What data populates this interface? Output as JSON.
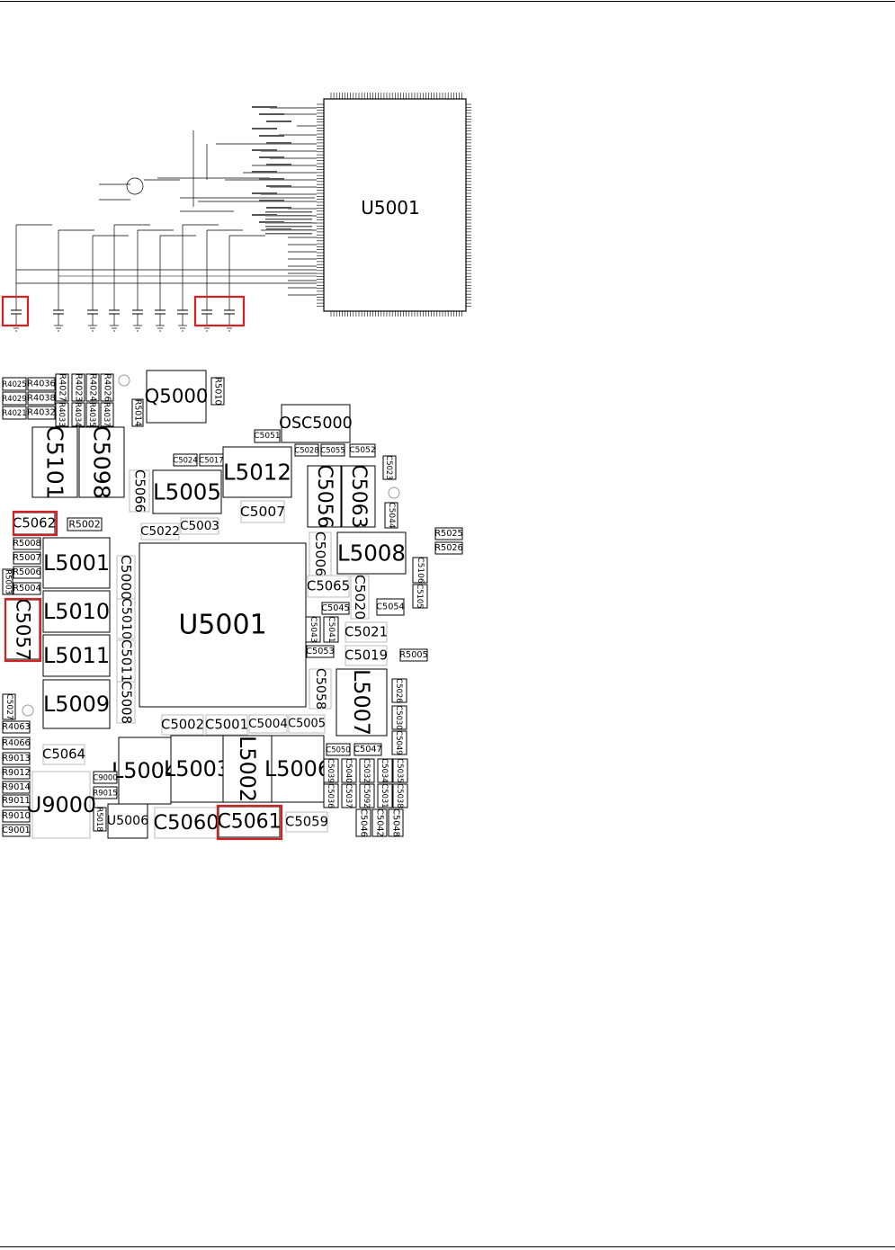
{
  "schematic": {
    "chip_label": "U5001",
    "highlighted_caps": [
      "C5057",
      "C5062",
      "C5061"
    ]
  },
  "layout": {
    "components": [
      {
        "id": "R4025",
        "t": "R"
      },
      {
        "id": "R4036",
        "t": "R"
      },
      {
        "id": "R4029",
        "t": "R"
      },
      {
        "id": "R4038",
        "t": "R"
      },
      {
        "id": "R4021",
        "t": "R"
      },
      {
        "id": "R4032",
        "t": "R"
      },
      {
        "id": "R4027",
        "t": "R"
      },
      {
        "id": "R4033",
        "t": "R"
      },
      {
        "id": "R4023",
        "t": "R"
      },
      {
        "id": "R4034",
        "t": "R"
      },
      {
        "id": "R4024",
        "t": "R"
      },
      {
        "id": "R4035",
        "t": "R"
      },
      {
        "id": "R4026",
        "t": "R"
      },
      {
        "id": "R4037",
        "t": "R"
      },
      {
        "id": "R5014",
        "t": "R"
      },
      {
        "id": "Q5000",
        "t": "Q"
      },
      {
        "id": "R5010",
        "t": "R"
      },
      {
        "id": "C5101",
        "t": "C"
      },
      {
        "id": "C5098",
        "t": "C"
      },
      {
        "id": "C5066",
        "t": "C"
      },
      {
        "id": "C5024",
        "t": "C"
      },
      {
        "id": "C5017",
        "t": "C"
      },
      {
        "id": "L5005",
        "t": "L"
      },
      {
        "id": "L5012",
        "t": "L"
      },
      {
        "id": "C5051",
        "t": "C"
      },
      {
        "id": "OSC5000",
        "t": "OSC"
      },
      {
        "id": "C5028",
        "t": "C"
      },
      {
        "id": "C5055",
        "t": "C"
      },
      {
        "id": "C5052",
        "t": "C"
      },
      {
        "id": "C5023",
        "t": "C"
      },
      {
        "id": "C5056",
        "t": "C"
      },
      {
        "id": "C5063",
        "t": "C"
      },
      {
        "id": "C5007",
        "t": "C"
      },
      {
        "id": "C5044",
        "t": "C"
      },
      {
        "id": "C5062",
        "t": "C"
      },
      {
        "id": "R5002",
        "t": "R"
      },
      {
        "id": "C5022",
        "t": "C"
      },
      {
        "id": "C5003",
        "t": "C"
      },
      {
        "id": "R5025",
        "t": "R"
      },
      {
        "id": "R5026",
        "t": "R"
      },
      {
        "id": "R5008",
        "t": "R"
      },
      {
        "id": "R5007",
        "t": "R"
      },
      {
        "id": "R5006",
        "t": "R"
      },
      {
        "id": "R5003",
        "t": "R"
      },
      {
        "id": "R5004",
        "t": "R"
      },
      {
        "id": "L5001",
        "t": "L"
      },
      {
        "id": "C5000",
        "t": "C"
      },
      {
        "id": "C5006",
        "t": "C"
      },
      {
        "id": "L5008",
        "t": "L"
      },
      {
        "id": "C5106",
        "t": "C"
      },
      {
        "id": "C5105",
        "t": "C"
      },
      {
        "id": "C5065",
        "t": "C"
      },
      {
        "id": "C5020",
        "t": "C"
      },
      {
        "id": "C5057",
        "t": "C"
      },
      {
        "id": "L5010",
        "t": "L"
      },
      {
        "id": "C5010",
        "t": "C"
      },
      {
        "id": "U5001",
        "t": "U"
      },
      {
        "id": "C5045",
        "t": "C"
      },
      {
        "id": "C5054",
        "t": "C"
      },
      {
        "id": "C5043",
        "t": "C"
      },
      {
        "id": "C5041",
        "t": "C"
      },
      {
        "id": "C5021",
        "t": "C"
      },
      {
        "id": "L5011",
        "t": "L"
      },
      {
        "id": "C5011",
        "t": "C"
      },
      {
        "id": "C5053",
        "t": "C"
      },
      {
        "id": "C5019",
        "t": "C"
      },
      {
        "id": "R5005",
        "t": "R"
      },
      {
        "id": "C5058",
        "t": "C"
      },
      {
        "id": "L5007",
        "t": "L"
      },
      {
        "id": "C5026",
        "t": "C"
      },
      {
        "id": "C5027",
        "t": "C"
      },
      {
        "id": "L5009",
        "t": "L"
      },
      {
        "id": "C5008",
        "t": "C"
      },
      {
        "id": "C5030",
        "t": "C"
      },
      {
        "id": "C5002",
        "t": "C"
      },
      {
        "id": "C5001",
        "t": "C"
      },
      {
        "id": "C5004",
        "t": "C"
      },
      {
        "id": "C5005",
        "t": "C"
      },
      {
        "id": "R4063",
        "t": "R"
      },
      {
        "id": "C5049",
        "t": "C"
      },
      {
        "id": "R4066",
        "t": "R"
      },
      {
        "id": "C5064",
        "t": "C"
      },
      {
        "id": "L5004",
        "t": "L"
      },
      {
        "id": "L5003",
        "t": "L"
      },
      {
        "id": "L5002",
        "t": "L"
      },
      {
        "id": "L5006",
        "t": "L"
      },
      {
        "id": "C5050",
        "t": "C"
      },
      {
        "id": "C5047",
        "t": "C"
      },
      {
        "id": "R9013",
        "t": "R"
      },
      {
        "id": "C5039",
        "t": "C"
      },
      {
        "id": "C5040",
        "t": "C"
      },
      {
        "id": "C5032",
        "t": "C"
      },
      {
        "id": "C5034",
        "t": "C"
      },
      {
        "id": "C5035",
        "t": "C"
      },
      {
        "id": "R9012",
        "t": "R"
      },
      {
        "id": "C9000",
        "t": "C"
      },
      {
        "id": "U9000",
        "t": "U"
      },
      {
        "id": "R9014",
        "t": "R"
      },
      {
        "id": "R9015",
        "t": "R"
      },
      {
        "id": "C5036",
        "t": "C"
      },
      {
        "id": "C5037",
        "t": "C"
      },
      {
        "id": "C5092",
        "t": "C"
      },
      {
        "id": "C5031",
        "t": "C"
      },
      {
        "id": "C5038",
        "t": "C"
      },
      {
        "id": "R9011",
        "t": "R"
      },
      {
        "id": "R5018",
        "t": "R"
      },
      {
        "id": "U5006",
        "t": "U"
      },
      {
        "id": "C5060",
        "t": "C"
      },
      {
        "id": "C5061",
        "t": "C"
      },
      {
        "id": "C5059",
        "t": "C"
      },
      {
        "id": "R9010",
        "t": "R"
      },
      {
        "id": "C5046",
        "t": "C"
      },
      {
        "id": "C5042",
        "t": "C"
      },
      {
        "id": "C5048",
        "t": "C"
      },
      {
        "id": "C9001",
        "t": "C"
      }
    ]
  },
  "colors": {
    "highlight": "#d32020",
    "line": "#000000",
    "faint": "#bbbbbb"
  }
}
